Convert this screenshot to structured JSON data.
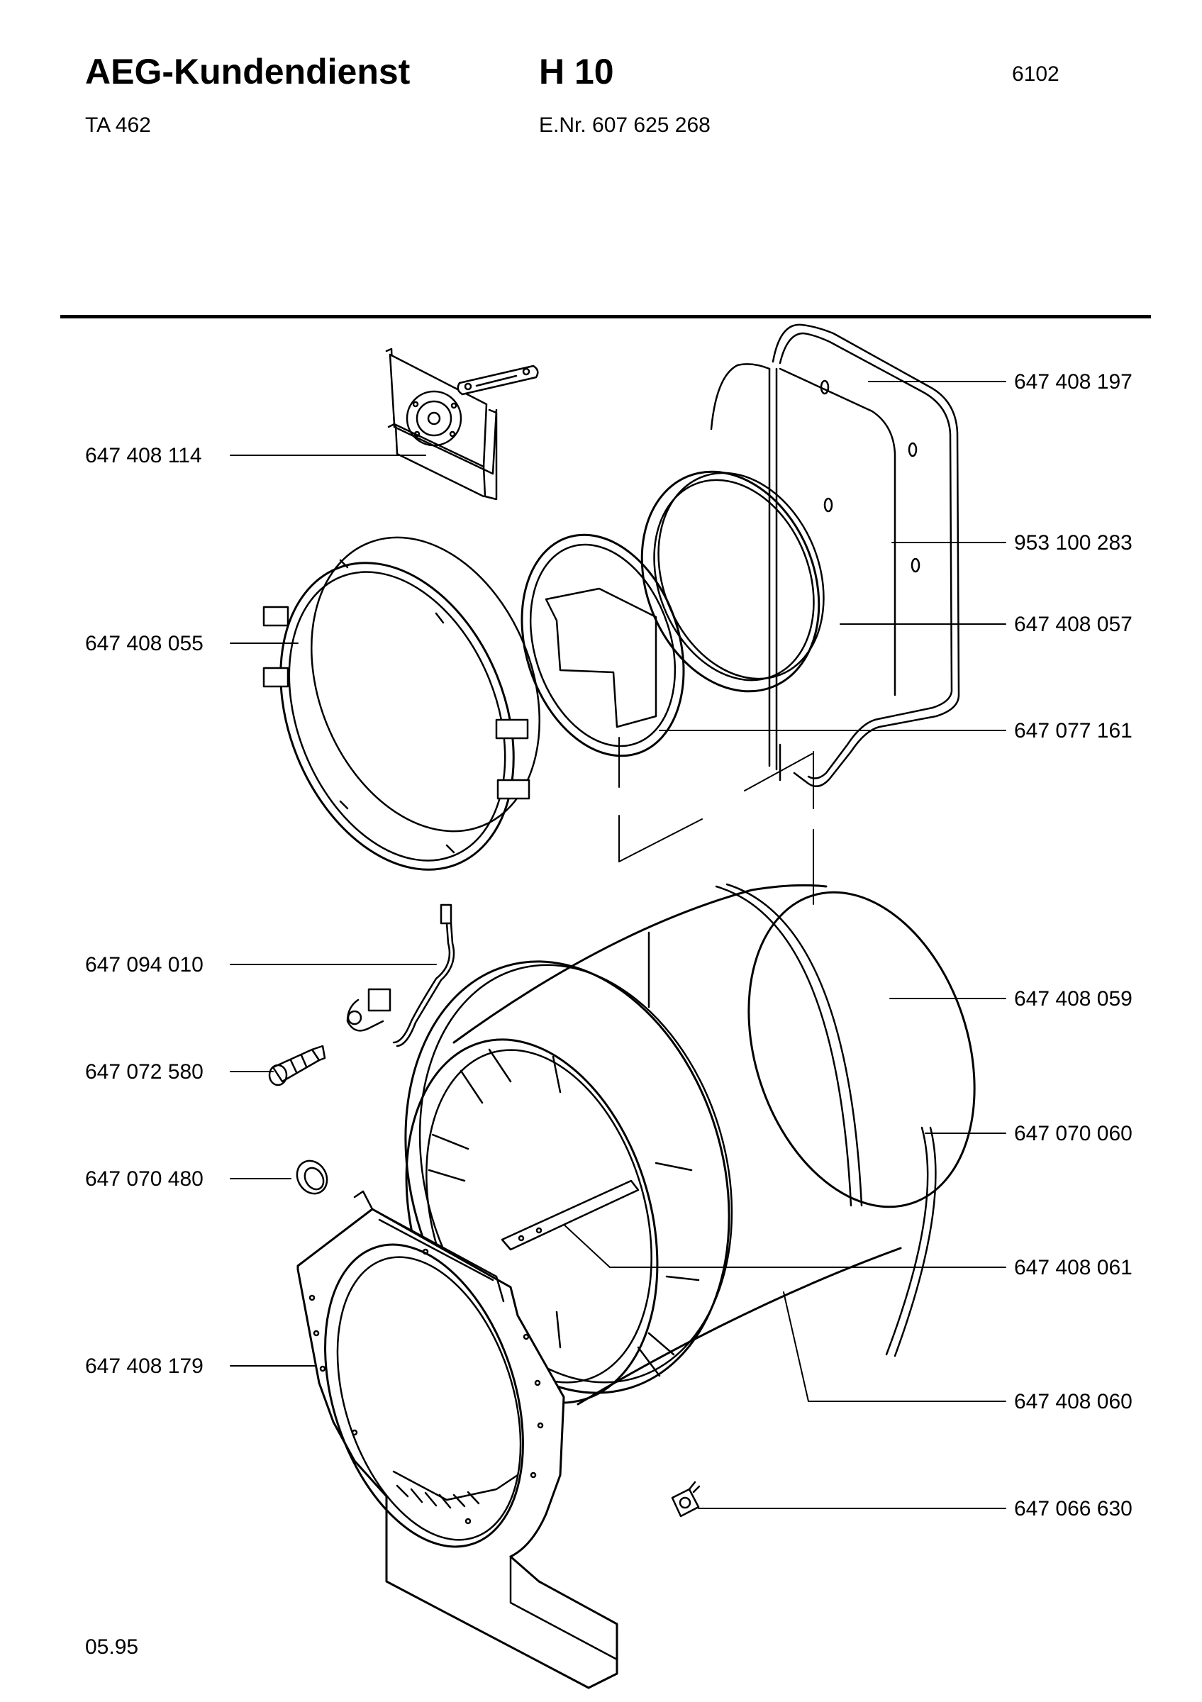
{
  "header": {
    "brand": "AEG-Kundendienst",
    "model": "H 10",
    "sheet_number": "6102",
    "type_number": "TA 462",
    "e_number": "E.Nr. 607 625 268"
  },
  "footer": {
    "date": "05.95"
  },
  "parts_left": [
    "647 408 114",
    "647 408 055",
    "647 094 010",
    "647 072 580",
    "647 070 480",
    "647 408 179"
  ],
  "parts_right": [
    "647 408 197",
    "953 100 283",
    "647 408 057",
    "647 077 161",
    "647 408 059",
    "647 070 060",
    "647 408 061",
    "647 408 060",
    "647 066 630"
  ]
}
